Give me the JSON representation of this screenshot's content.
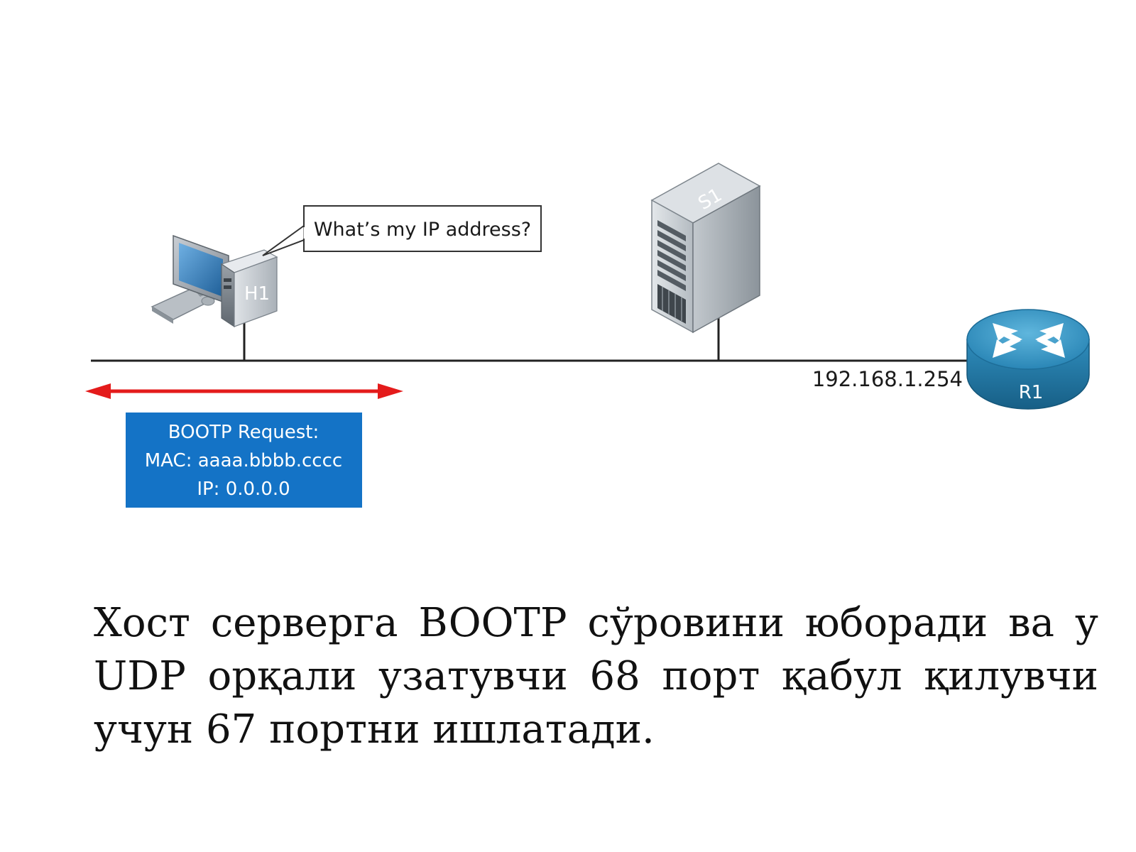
{
  "callout": {
    "text": "What’s my IP address?"
  },
  "devices": {
    "host": {
      "label": "H1",
      "icon": "desktop-computer-icon"
    },
    "server": {
      "label": "S1",
      "icon": "server-tower-icon"
    },
    "router": {
      "label": "R1",
      "icon": "router-icon"
    }
  },
  "router_ip": "192.168.1.254",
  "packet": {
    "line1": "BOOTP Request:",
    "line2": "MAC: aaaa.bbbb.cccc",
    "line3": "IP: 0.0.0.0",
    "color": "#1473c6"
  },
  "arrow_color": "#e41b1b",
  "caption": "Хост серверга BOOTP сўровини юборади ва у UDP орқали узатувчи 68 порт қабул қилувчи учун 67 портни ишлатади."
}
